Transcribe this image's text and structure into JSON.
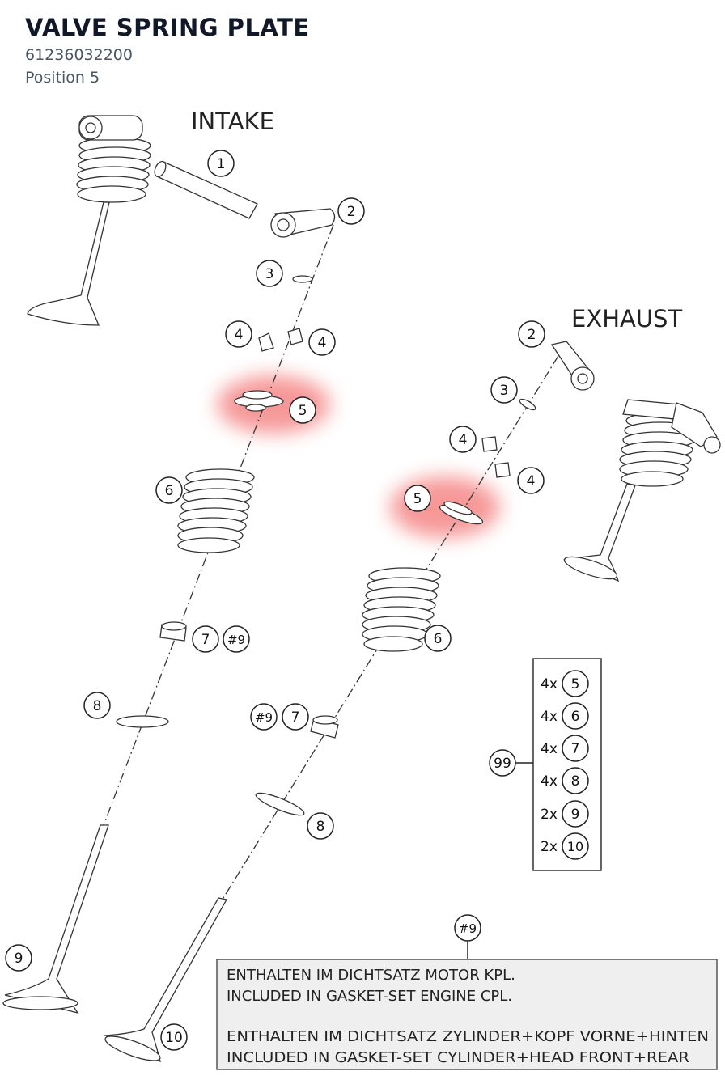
{
  "header": {
    "title": "VALVE SPRING PLATE",
    "part_number": "61236032200",
    "position_label": "Position 5"
  },
  "diagram": {
    "labels": {
      "intake": "INTAKE",
      "exhaust": "EXHAUST"
    },
    "callouts": {
      "intake_1": "1",
      "intake_2": "2",
      "intake_3": "3",
      "intake_4a": "4",
      "intake_4b": "4",
      "intake_5": "5",
      "intake_6": "6",
      "intake_7": "7",
      "intake_hash9": "#9",
      "intake_8": "8",
      "intake_9": "9",
      "exhaust_2": "2",
      "exhaust_3": "3",
      "exhaust_4a": "4",
      "exhaust_4b": "4",
      "exhaust_5": "5",
      "exhaust_6": "6",
      "exhaust_hash9": "#9",
      "exhaust_7": "7",
      "exhaust_8": "8",
      "exhaust_10": "10",
      "set_99": "99",
      "note_hash9": "#9"
    },
    "kit": [
      {
        "qty": "4x",
        "item": "5"
      },
      {
        "qty": "4x",
        "item": "6"
      },
      {
        "qty": "4x",
        "item": "7"
      },
      {
        "qty": "4x",
        "item": "8"
      },
      {
        "qty": "2x",
        "item": "9"
      },
      {
        "qty": "2x",
        "item": "10"
      }
    ],
    "note_lines": [
      "ENTHALTEN IM DICHTSATZ MOTOR KPL.",
      "INCLUDED IN GASKET-SET ENGINE CPL.",
      "ENTHALTEN IM DICHTSATZ ZYLINDER+KOPF VORNE+HINTEN",
      "INCLUDED IN GASKET-SET CYLINDER+HEAD FRONT+REAR"
    ],
    "highlight_color": "#ef4444"
  }
}
